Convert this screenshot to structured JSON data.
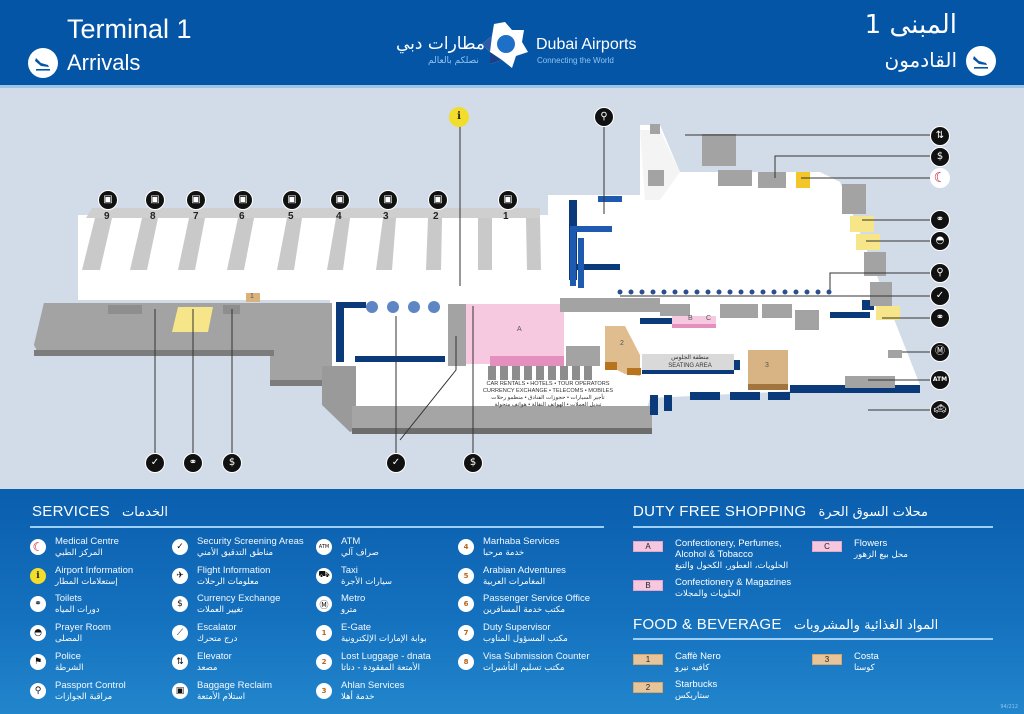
{
  "header": {
    "title": "Terminal 1",
    "subtitle": "Arrivals",
    "title_ar": "المبنى 1",
    "subtitle_ar": "القادمون",
    "arrivals_icon": "plane-landing-icon",
    "logo": {
      "name_en": "Dubai Airports",
      "tagline_en": "Connecting the World",
      "name_ar": "مطارات دبي",
      "tagline_ar": "نصلكم بالعالم"
    },
    "colors": {
      "header_bg": "#0555a6",
      "footer_bg": "#1572bf",
      "map_bg": "#d2dce8",
      "duty_free": "#f6c8e0",
      "food": "#e8c49a",
      "amenity": "#f7e58a"
    }
  },
  "map": {
    "baggage_belts": [
      "9",
      "8",
      "7",
      "6",
      "5",
      "4",
      "3",
      "2",
      "1"
    ],
    "zone_A_label": "A",
    "zone_B_label": "B",
    "zone_C_label": "C",
    "food_1_label": "1",
    "food_2_label": "2",
    "food_3_label": "3",
    "seating_area_en": "SEATING AREA",
    "seating_area_ar": "منطقة الجلوس",
    "services_caption_en": [
      "CAR RENTALS • HOTELS • TOUR OPERATORS",
      "CURRENCY EXCHANGE • TELECOMS • MOBILES"
    ],
    "services_caption_ar": [
      "تأجير السيارات • حجوزات الفنادق • منظمو رحلات",
      "تبديل العملات • الهواتف النقالة • هواتف متحولة"
    ],
    "right_pins": [
      "elevator-icon",
      "currency-exchange-icon",
      "medical-centre-icon",
      "toilets-icon",
      "prayer-room-icon",
      "passport-control-icon",
      "security-screening-icon",
      "toilets-icon",
      "metro-icon",
      "ATM",
      "taxi-icon"
    ],
    "bottom_pins": [
      "security-screening-icon",
      "toilets-icon",
      "currency-exchange-icon",
      "security-screening-icon",
      "currency-exchange-icon"
    ],
    "top_pins": [
      "airport-information-icon",
      "passport-control-icon"
    ],
    "atm_label": "ATM",
    "info_glyph": "i"
  },
  "services": {
    "title": "SERVICES",
    "title_ar": "الخدمات",
    "items": [
      {
        "icon": "medical-centre-icon",
        "en": "Medical Centre",
        "ar": "المركز الطبي"
      },
      {
        "icon": "airport-information-icon",
        "en": "Airport Information",
        "ar": "إستعلامات المطار"
      },
      {
        "icon": "toilets-icon",
        "en": "Toilets",
        "ar": "دورات المياه"
      },
      {
        "icon": "prayer-room-icon",
        "en": "Prayer Room",
        "ar": "المصلى"
      },
      {
        "icon": "police-icon",
        "en": "Police",
        "ar": "الشرطة"
      },
      {
        "icon": "passport-control-icon",
        "en": "Passport Control",
        "ar": "مراقبة الجوازات"
      },
      {
        "icon": "security-screening-icon",
        "en": "Security Screening Areas",
        "ar": "مناطق التدقيق الأمني"
      },
      {
        "icon": "flight-information-icon",
        "en": "Flight Information",
        "ar": "معلومات الرحلات"
      },
      {
        "icon": "currency-exchange-icon",
        "en": "Currency Exchange",
        "ar": "تغيير العملات"
      },
      {
        "icon": "escalator-icon",
        "en": "Escalator",
        "ar": "درج متحرك"
      },
      {
        "icon": "elevator-icon",
        "en": "Elevator",
        "ar": "مصعد"
      },
      {
        "icon": "baggage-reclaim-icon",
        "en": "Baggage Reclaim",
        "ar": "استلام الأمتعة"
      },
      {
        "icon": "atm-icon",
        "en": "ATM",
        "ar": "صراف آلي",
        "glyph": "ATM"
      },
      {
        "icon": "taxi-icon",
        "en": "Taxi",
        "ar": "سيارات الأجرة"
      },
      {
        "icon": "metro-icon",
        "en": "Metro",
        "ar": "مترو"
      },
      {
        "icon": "number-1-icon",
        "en": "E-Gate",
        "ar": "بوابة الإمارات الإلكترونية",
        "glyph": "1"
      },
      {
        "icon": "number-2-icon",
        "en": "Lost Luggage - dnata",
        "ar": "الأمتعة المفقودة - دناتا",
        "glyph": "2"
      },
      {
        "icon": "number-3-icon",
        "en": "Ahlan Services",
        "ar": "خدمة أهلا",
        "glyph": "3"
      },
      {
        "icon": "number-4-icon",
        "en": "Marhaba Services",
        "ar": "خدمة مرحبا",
        "glyph": "4"
      },
      {
        "icon": "number-5-icon",
        "en": "Arabian Adventures",
        "ar": "المغامرات العربية",
        "glyph": "5"
      },
      {
        "icon": "number-6-icon",
        "en": "Passenger Service Office",
        "ar": "مكتب خدمة المسافرين",
        "glyph": "6"
      },
      {
        "icon": "number-7-icon",
        "en": "Duty Supervisor",
        "ar": "مكتب المسؤول المناوب",
        "glyph": "7"
      },
      {
        "icon": "number-8-icon",
        "en": "Visa Submission Counter",
        "ar": "مكتب تسليم التأشيرات",
        "glyph": "8"
      }
    ]
  },
  "duty_free": {
    "title": "DUTY FREE SHOPPING",
    "title_ar": "محلات السوق الحرة",
    "items": [
      {
        "tag": "A",
        "en": "Confectionery, Perfumes, Alcohol & Tobacco",
        "ar": "الحلويات، العطور، الكحول والتبغ"
      },
      {
        "tag": "B",
        "en": "Confectionery & Magazines",
        "ar": "الحلويات والمجلات"
      },
      {
        "tag": "C",
        "en": "Flowers",
        "ar": "محل بيع الزهور"
      }
    ]
  },
  "food": {
    "title": "FOOD & BEVERAGE",
    "title_ar": "المواد الغذائية والمشروبات",
    "items": [
      {
        "tag": "1",
        "en": "Caffè Nero",
        "ar": "كافيه نيرو"
      },
      {
        "tag": "2",
        "en": "Starbucks",
        "ar": "ستاربكس"
      },
      {
        "tag": "3",
        "en": "Costa",
        "ar": "كوستا"
      }
    ]
  },
  "reference_code": "94/212"
}
